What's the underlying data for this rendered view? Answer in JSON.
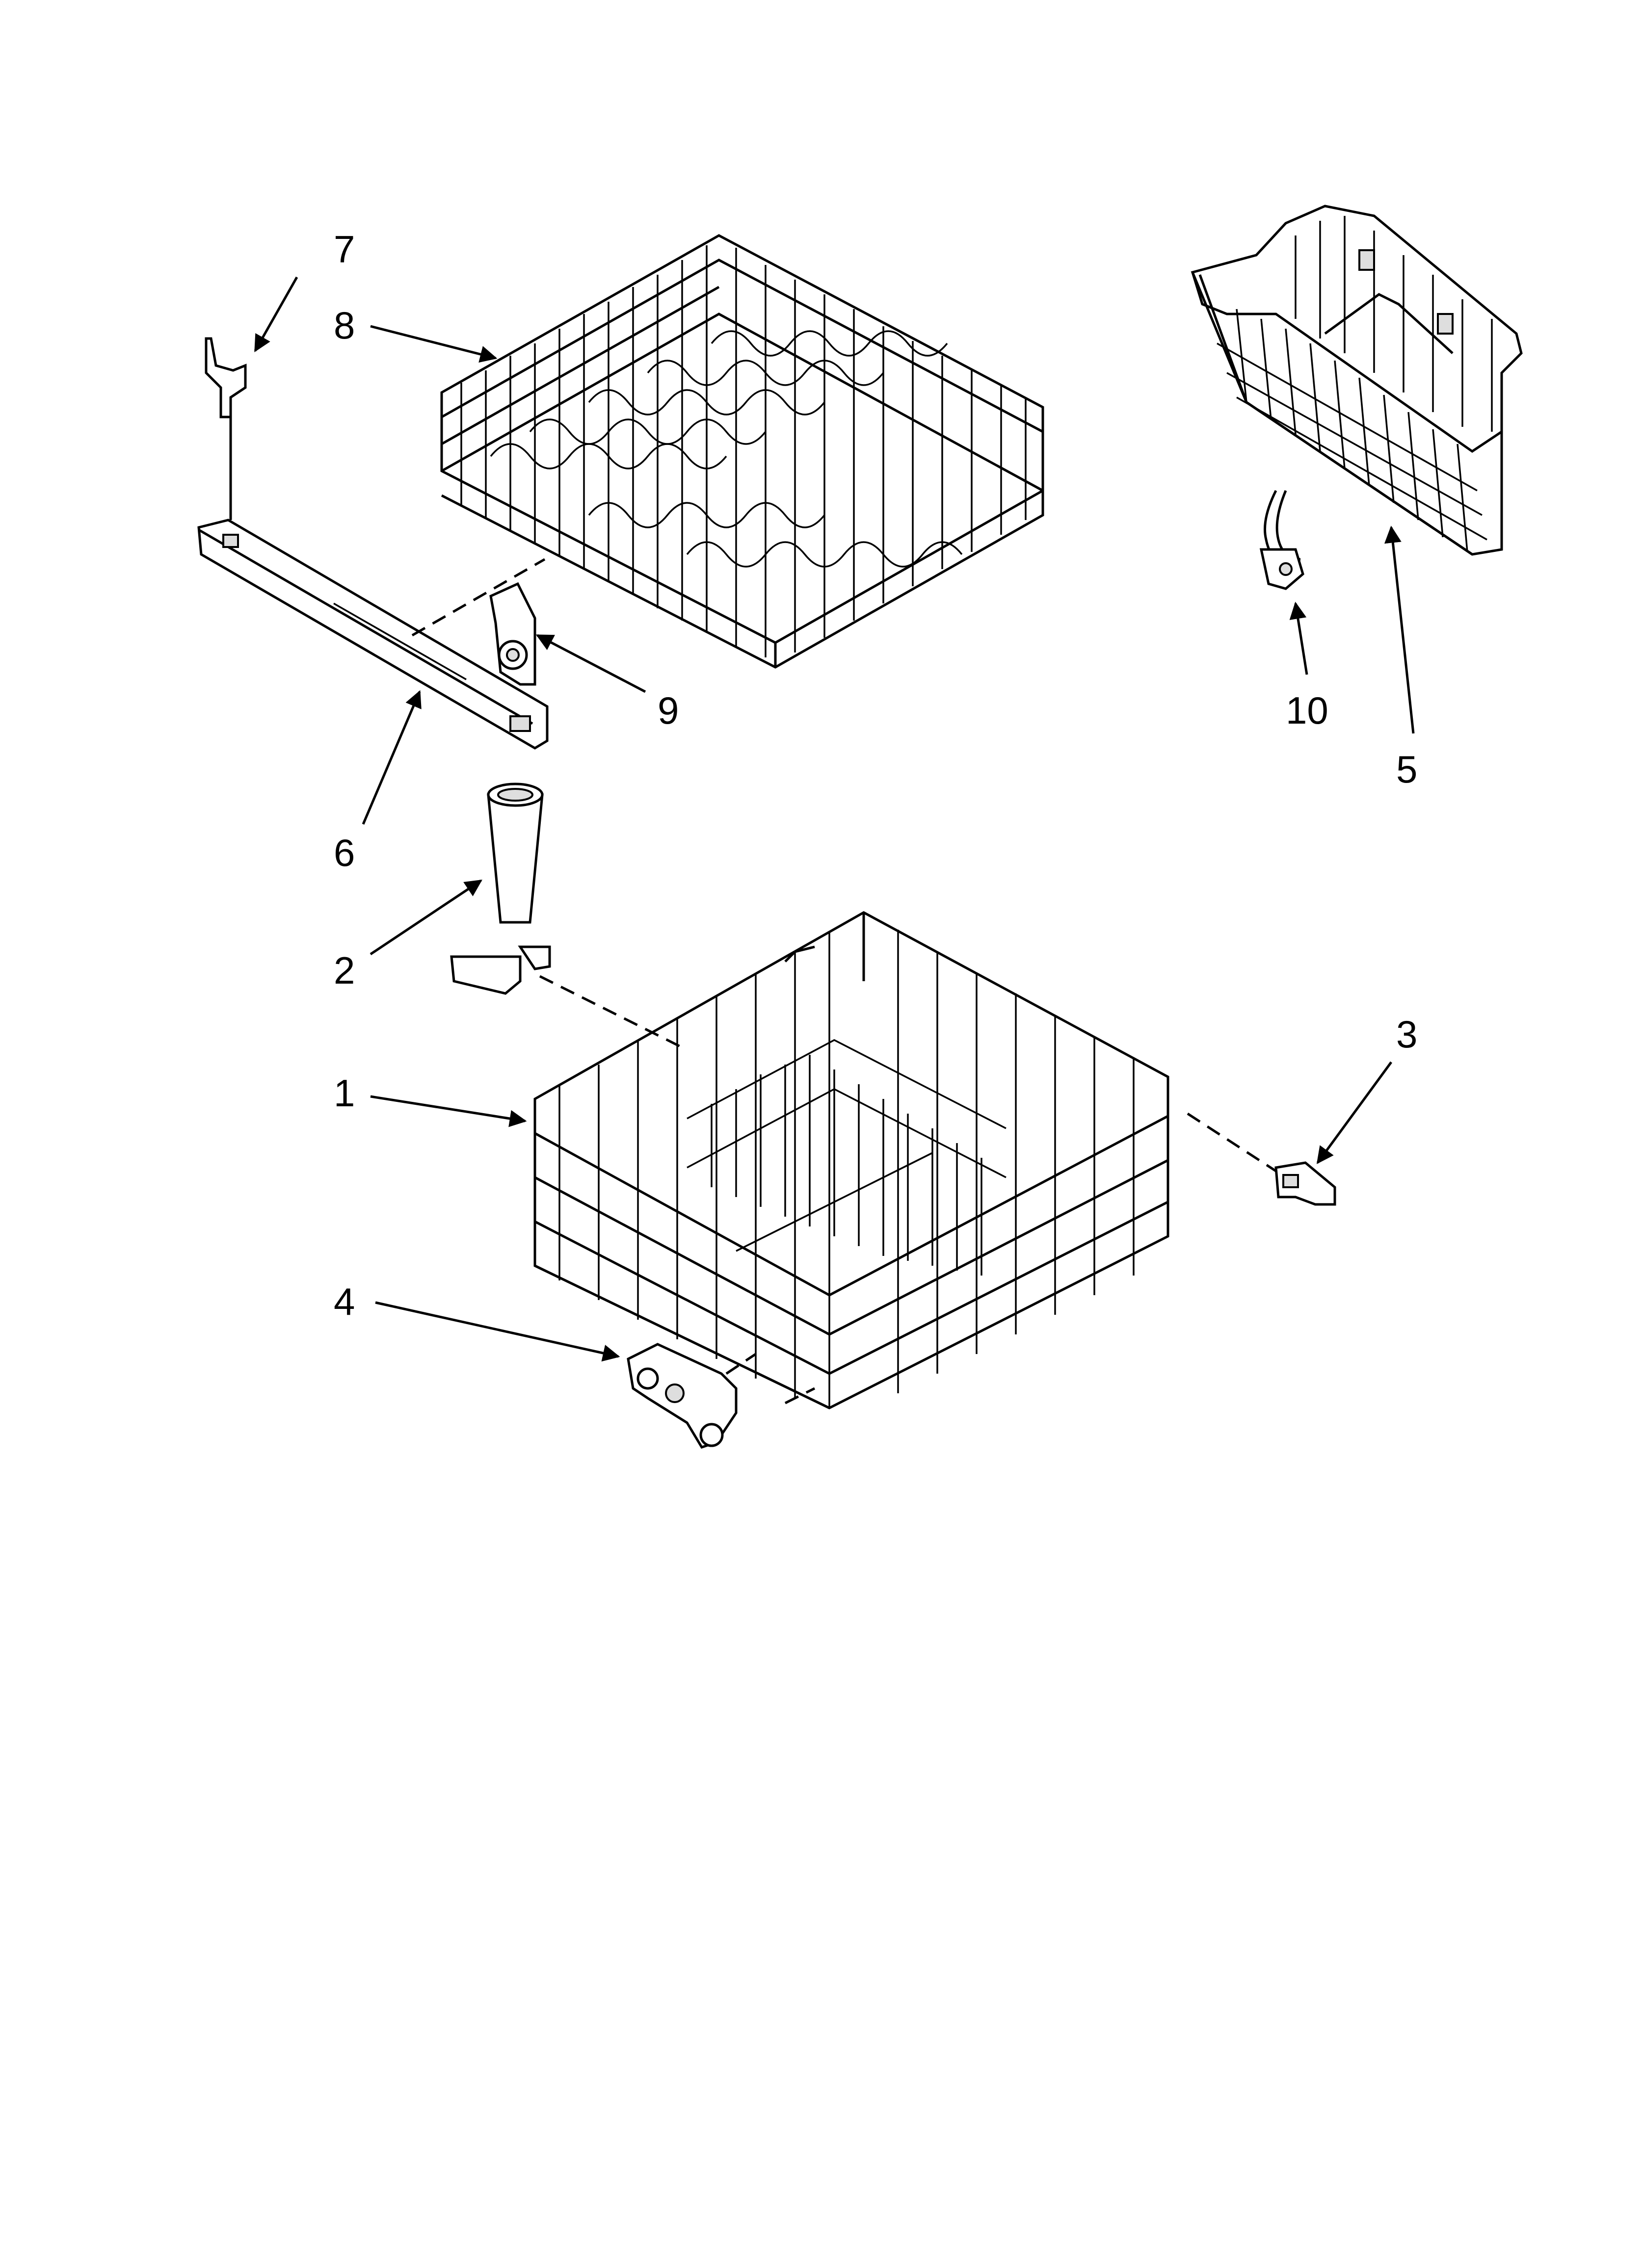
{
  "diagram": {
    "parts": [
      {
        "number": "1",
        "name": "lower-dishrack"
      },
      {
        "number": "2",
        "name": "spray-tube"
      },
      {
        "number": "3",
        "name": "rack-stop"
      },
      {
        "number": "4",
        "name": "roller-assembly"
      },
      {
        "number": "5",
        "name": "silverware-basket"
      },
      {
        "number": "6",
        "name": "rack-track"
      },
      {
        "number": "7",
        "name": "end-cap"
      },
      {
        "number": "8",
        "name": "upper-dishrack"
      },
      {
        "number": "9",
        "name": "rack-adjuster"
      },
      {
        "number": "10",
        "name": "basket-handle"
      }
    ]
  },
  "colors": {
    "line": "#000000",
    "background": "#ffffff",
    "shade": "#dedede"
  }
}
